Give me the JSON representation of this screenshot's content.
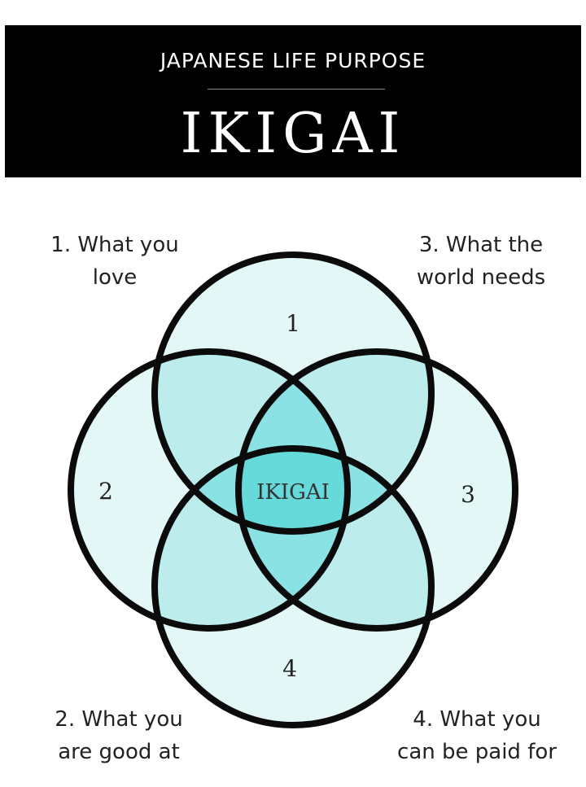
{
  "header": {
    "subtitle": "JAPANESE LIFE PURPOSE",
    "title": "IKIGAI"
  },
  "labels": {
    "top_left": [
      "1. What you",
      "love"
    ],
    "top_right": [
      "3. What the",
      "world needs"
    ],
    "bottom_left": [
      "2. What you",
      "are good at"
    ],
    "bottom_right": [
      "4. What you",
      "can be paid for"
    ]
  },
  "circles": {
    "top": "1",
    "left": "2",
    "right": "3",
    "bottom": "4"
  },
  "center_label": "IKIGAI",
  "colors": {
    "header_bg": "#000000",
    "header_text": "#ffffff",
    "circle_fill": "#e4f7f7",
    "overlap_2": "#bdeced",
    "overlap_3": "#8be2e4",
    "overlap_4": "#66d9db",
    "outline": "#0b0b0b"
  }
}
